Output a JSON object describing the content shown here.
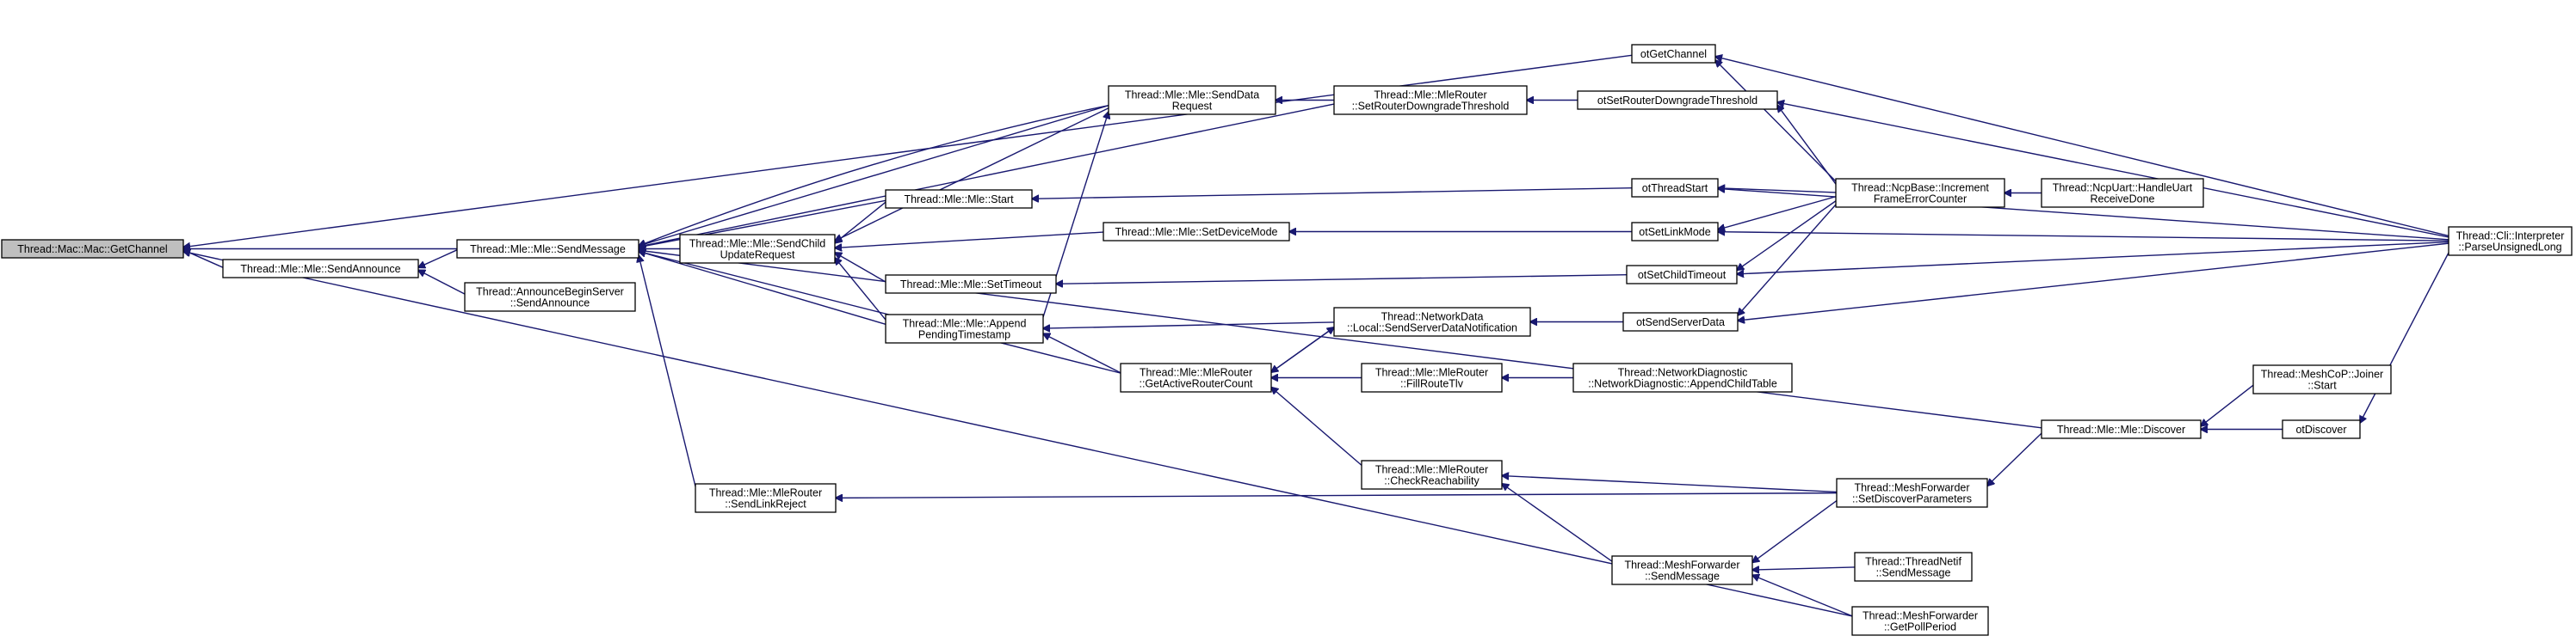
{
  "graph": {
    "nodes": [
      {
        "id": "getchannel",
        "lines": [
          "Thread::Mac::Mac::GetChannel"
        ],
        "root": true
      },
      {
        "id": "sendannounce",
        "lines": [
          "Thread::Mle::Mle::SendAnnounce"
        ]
      },
      {
        "id": "sendmessage",
        "lines": [
          "Thread::Mle::Mle::SendMessage"
        ]
      },
      {
        "id": "abs_sendannounce",
        "lines": [
          "Thread::AnnounceBeginServer",
          "::SendAnnounce"
        ]
      },
      {
        "id": "sendchildupdate",
        "lines": [
          "Thread::Mle::Mle::SendChild",
          "UpdateRequest"
        ]
      },
      {
        "id": "sendlinkreject",
        "lines": [
          "Thread::Mle::MleRouter",
          "::SendLinkReject"
        ]
      },
      {
        "id": "mle_start",
        "lines": [
          "Thread::Mle::Mle::Start"
        ]
      },
      {
        "id": "settimeout",
        "lines": [
          "Thread::Mle::Mle::SetTimeout"
        ]
      },
      {
        "id": "appendpending",
        "lines": [
          "Thread::Mle::Mle::Append",
          "PendingTimestamp"
        ]
      },
      {
        "id": "senddatarequest",
        "lines": [
          "Thread::Mle::Mle::SendData",
          "Request"
        ]
      },
      {
        "id": "setdevicemode",
        "lines": [
          "Thread::Mle::Mle::SetDeviceMode"
        ]
      },
      {
        "id": "getactiverouter",
        "lines": [
          "Thread::Mle::MleRouter",
          "::GetActiveRouterCount"
        ]
      },
      {
        "id": "setrouterdowngrade",
        "lines": [
          "Thread::Mle::MleRouter",
          "::SetRouterDowngradeThreshold"
        ]
      },
      {
        "id": "sendserverdata",
        "lines": [
          "Thread::NetworkData",
          "::Local::SendServerDataNotification"
        ]
      },
      {
        "id": "fillroutetlv",
        "lines": [
          "Thread::Mle::MleRouter",
          "::FillRouteTlv"
        ]
      },
      {
        "id": "checkreach",
        "lines": [
          "Thread::Mle::MleRouter",
          "::CheckReachability"
        ]
      },
      {
        "id": "appendchildtable",
        "lines": [
          "Thread::NetworkDiagnostic",
          "::NetworkDiagnostic::AppendChildTable"
        ]
      },
      {
        "id": "otgetchannel",
        "lines": [
          "otGetChannel"
        ]
      },
      {
        "id": "otsetrouterdowngrade",
        "lines": [
          "otSetRouterDowngradeThreshold"
        ]
      },
      {
        "id": "otthreadstart",
        "lines": [
          "otThreadStart"
        ]
      },
      {
        "id": "otsetlinkmode",
        "lines": [
          "otSetLinkMode"
        ]
      },
      {
        "id": "otsetchildtimeout",
        "lines": [
          "otSetChildTimeout"
        ]
      },
      {
        "id": "otsendserverdata",
        "lines": [
          "otSendServerData"
        ]
      },
      {
        "id": "ncpincrement",
        "lines": [
          "Thread::NcpBase::Increment",
          "FrameErrorCounter"
        ]
      },
      {
        "id": "ncpuart",
        "lines": [
          "Thread::NcpUart::HandleUart",
          "ReceiveDone"
        ]
      },
      {
        "id": "mle_discover",
        "lines": [
          "Thread::Mle::Mle::Discover"
        ]
      },
      {
        "id": "joiner_start",
        "lines": [
          "Thread::MeshCoP::Joiner",
          "::Start"
        ]
      },
      {
        "id": "otdiscover",
        "lines": [
          "otDiscover"
        ]
      },
      {
        "id": "setdiscoverparams",
        "lines": [
          "Thread::MeshForwarder",
          "::SetDiscoverParameters"
        ]
      },
      {
        "id": "mf_sendmessage",
        "lines": [
          "Thread::MeshForwarder",
          "::SendMessage"
        ]
      },
      {
        "id": "tn_sendmessage",
        "lines": [
          "Thread::ThreadNetif",
          "::SendMessage"
        ]
      },
      {
        "id": "getpollperiod",
        "lines": [
          "Thread::MeshForwarder",
          "::GetPollPeriod"
        ]
      },
      {
        "id": "cli_parse",
        "lines": [
          "Thread::Cli::Interpreter",
          "::ParseUnsignedLong"
        ]
      }
    ],
    "edges": [
      {
        "from": "sendannounce",
        "to": "getchannel"
      },
      {
        "from": "sendmessage",
        "to": "getchannel"
      },
      {
        "from": "otgetchannel",
        "to": "getchannel"
      },
      {
        "from": "getpollperiod",
        "to": "getchannel"
      },
      {
        "from": "sendmessage",
        "to": "sendannounce"
      },
      {
        "from": "abs_sendannounce",
        "to": "sendannounce"
      },
      {
        "from": "sendchildupdate",
        "to": "sendmessage"
      },
      {
        "from": "senddatarequest",
        "to": "sendmessage"
      },
      {
        "from": "senddatarequest",
        "to": "sendmessage"
      },
      {
        "from": "setrouterdowngrade",
        "to": "sendmessage"
      },
      {
        "from": "mle_start",
        "to": "sendmessage"
      },
      {
        "from": "appendpending",
        "to": "sendmessage"
      },
      {
        "from": "getactiverouter",
        "to": "sendmessage"
      },
      {
        "from": "mle_discover",
        "to": "sendmessage"
      },
      {
        "from": "sendlinkreject",
        "to": "sendmessage"
      },
      {
        "from": "senddatarequest",
        "to": "sendchildupdate"
      },
      {
        "from": "mle_start",
        "to": "sendchildupdate"
      },
      {
        "from": "setdevicemode",
        "to": "sendchildupdate"
      },
      {
        "from": "settimeout",
        "to": "sendchildupdate"
      },
      {
        "from": "appendpending",
        "to": "sendchildupdate"
      },
      {
        "from": "appendpending",
        "to": "senddatarequest"
      },
      {
        "from": "setrouterdowngrade",
        "to": "senddatarequest"
      },
      {
        "from": "getactiverouter",
        "to": "appendpending"
      },
      {
        "from": "sendserverdata",
        "to": "appendpending"
      },
      {
        "from": "sendserverdata",
        "to": "getactiverouter"
      },
      {
        "from": "getactiverouter",
        "to": "sendserverdata"
      },
      {
        "from": "fillroutetlv",
        "to": "getactiverouter"
      },
      {
        "from": "checkreach",
        "to": "getactiverouter"
      },
      {
        "from": "appendchildtable",
        "to": "fillroutetlv"
      },
      {
        "from": "setdiscoverparams",
        "to": "checkreach"
      },
      {
        "from": "mf_sendmessage",
        "to": "checkreach"
      },
      {
        "from": "setdiscoverparams",
        "to": "sendlinkreject"
      },
      {
        "from": "otthreadstart",
        "to": "mle_start"
      },
      {
        "from": "otsetlinkmode",
        "to": "setdevicemode"
      },
      {
        "from": "otsetchildtimeout",
        "to": "settimeout"
      },
      {
        "from": "otsendserverdata",
        "to": "sendserverdata"
      },
      {
        "from": "otsetrouterdowngrade",
        "to": "setrouterdowngrade"
      },
      {
        "from": "ncpincrement",
        "to": "otgetchannel"
      },
      {
        "from": "ncpincrement",
        "to": "otsetrouterdowngrade"
      },
      {
        "from": "ncpincrement",
        "to": "otthreadstart"
      },
      {
        "from": "ncpincrement",
        "to": "otsetlinkmode"
      },
      {
        "from": "ncpincrement",
        "to": "otsetchildtimeout"
      },
      {
        "from": "ncpincrement",
        "to": "otsendserverdata"
      },
      {
        "from": "ncpuart",
        "to": "ncpincrement"
      },
      {
        "from": "cli_parse",
        "to": "otgetchannel"
      },
      {
        "from": "cli_parse",
        "to": "otsetrouterdowngrade"
      },
      {
        "from": "cli_parse",
        "to": "otthreadstart"
      },
      {
        "from": "cli_parse",
        "to": "otsetlinkmode"
      },
      {
        "from": "cli_parse",
        "to": "otsetchildtimeout"
      },
      {
        "from": "cli_parse",
        "to": "otsendserverdata"
      },
      {
        "from": "cli_parse",
        "to": "otdiscover"
      },
      {
        "from": "otdiscover",
        "to": "mle_discover"
      },
      {
        "from": "joiner_start",
        "to": "mle_discover"
      },
      {
        "from": "mle_discover",
        "to": "setdiscoverparams"
      },
      {
        "from": "setdiscoverparams",
        "to": "mf_sendmessage"
      },
      {
        "from": "tn_sendmessage",
        "to": "mf_sendmessage"
      },
      {
        "from": "getpollperiod",
        "to": "mf_sendmessage"
      }
    ]
  }
}
